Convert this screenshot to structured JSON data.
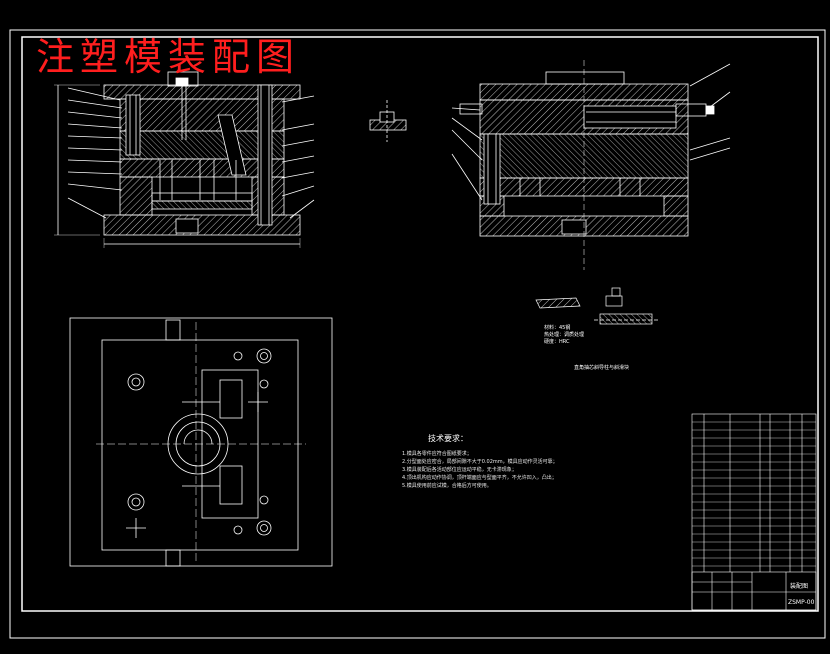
{
  "drawing": {
    "title": "注塑模装配图",
    "title_color": "#ff1e1e",
    "line_color": "#ffffff",
    "hatch_color": "#dcdcdc",
    "background": "#000000"
  },
  "technical_requirements": {
    "heading": "技术要求：",
    "lines": [
      "1.模具各零件应符合图纸要求；",
      "2.分型面处应密合，局部间隙不大于0.02mm，模具应动作灵活可靠；",
      "3.模具装配后各活动部位应运动平稳，无卡滞现象；",
      "4.顶出机构应动作协调，顶杆端面应与型面平齐，不允许凹入，凸出；",
      "5.模具使用前应试模，合格后方可使用。"
    ]
  },
  "side_view_caption": "直角抽芯斜导柱与斜滑块",
  "detail_notes": [
    "材料：45钢",
    "热处理：调质处理",
    "硬度：HRC"
  ],
  "title_block": {
    "drawing_name": "装配图",
    "drawing_code": "ZSMP-00"
  }
}
